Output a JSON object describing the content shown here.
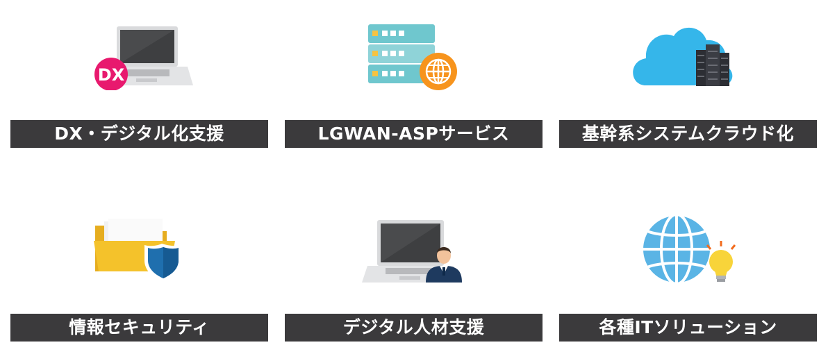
{
  "services": [
    {
      "label": "DX・デジタル化支援",
      "icon": "laptop-dx-icon",
      "badge": "DX"
    },
    {
      "label": "LGWAN-ASPサービス",
      "icon": "server-globe-icon"
    },
    {
      "label": "基幹系システムクラウド化",
      "icon": "cloud-servers-icon"
    },
    {
      "label": "情報セキュリティ",
      "icon": "folder-shield-icon"
    },
    {
      "label": "デジタル人材支援",
      "icon": "laptop-person-icon"
    },
    {
      "label": "各種ITソリューション",
      "icon": "globe-lightbulb-icon"
    }
  ],
  "colors": {
    "label_bg": "#3b3a3c",
    "dx_badge": "#e8196e",
    "globe_orange": "#f7941d",
    "server_teal": "#6fc7ce",
    "cloud_blue": "#35b6ea",
    "folder_yellow": "#f4c22b",
    "shield_blue": "#1f6fae",
    "globe_blue": "#5ab4e5",
    "bulb_yellow": "#f8d43a"
  }
}
